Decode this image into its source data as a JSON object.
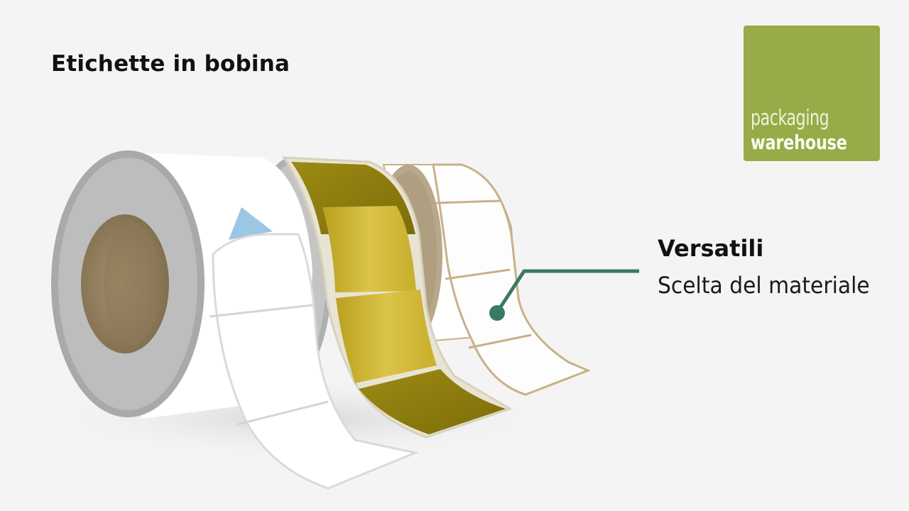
{
  "slide": {
    "title": "Etichette in bobina",
    "background": "#f4f4f4"
  },
  "logo": {
    "line1": "packaging",
    "line2": "warehouse",
    "color": "#97ab48"
  },
  "callout": {
    "title": "Versatili",
    "subtitle": "Scelta del materiale",
    "line_color": "#3a7a62"
  },
  "illustration": {
    "subject": "label-rolls",
    "rolls": [
      {
        "name": "white-label-roll",
        "label_color": "#ffffff",
        "liner": "blue-backing"
      },
      {
        "name": "gold-label-roll",
        "label_color": "#d9c243"
      },
      {
        "name": "kraft-label-roll",
        "label_color": "#ffffff",
        "edge_color": "#c8b08a"
      }
    ]
  }
}
